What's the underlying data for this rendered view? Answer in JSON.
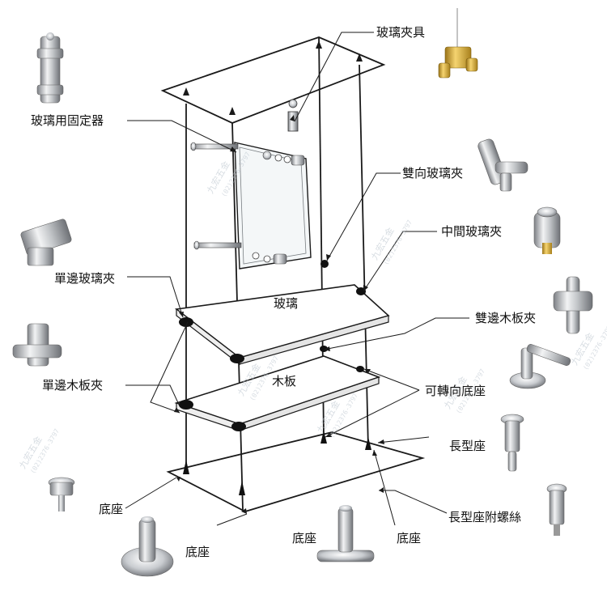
{
  "labels": {
    "glass_clamp": "玻璃夾具",
    "glass_fixer": "玻璃用固定器",
    "double_glass_clip": "雙向玻璃夾",
    "middle_glass_clip": "中間玻璃夾",
    "single_glass_clip": "單邊玻璃夾",
    "glass": "玻璃",
    "double_wood_clip": "雙邊木板夾",
    "single_wood_clip": "單邊木板夾",
    "wood_board": "木板",
    "swivel_base": "可轉向底座",
    "long_base": "長型座",
    "long_base_screw": "長型座附螺絲",
    "base_1": "底座",
    "base_2": "底座",
    "base_3": "底座",
    "base_4": "底座"
  },
  "watermark": {
    "brand": "九宏五金",
    "phone": "(02)2376-3797"
  },
  "colors": {
    "line": "#1a1a1a",
    "metal": "#b9bcc0",
    "brass": "#d4a62a",
    "background": "#ffffff"
  }
}
